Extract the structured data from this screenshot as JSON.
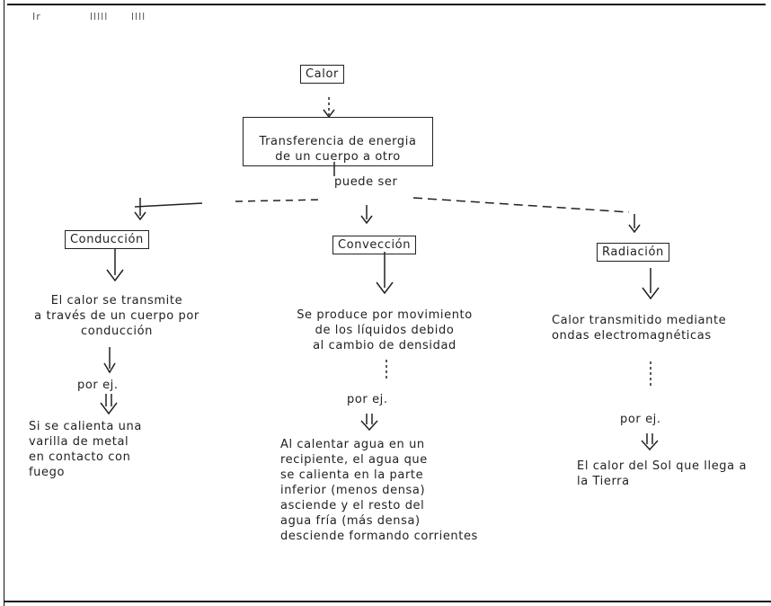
{
  "header_marks": [
    "Ir",
    "lllll",
    "llll"
  ],
  "root": {
    "label": "Calor"
  },
  "definition": {
    "text": "Transferencia de energia\nde un cuerpo a otro"
  },
  "connector_text": "puede ser",
  "branches": [
    {
      "title": "Conducción",
      "description": "El calor se transmite\na través de un cuerpo por\nconducción",
      "example_label": "por ej.",
      "example": "Si se calienta una\nvarilla de metal\nen contacto con\nfuego"
    },
    {
      "title": "Convección",
      "description": "Se produce por movimiento\nde los líquidos debido\nal cambio de densidad",
      "example_label": "por ej.",
      "example": "Al calentar agua en un\nrecipiente, el agua que\nse calienta en la parte\ninferior (menos densa)\nasciende y el resto del\nagua fría (más densa)\ndesciende formando corrientes"
    },
    {
      "title": "Radiación",
      "description": "Calor transmitido mediante\nondas electromagnéticas",
      "example_label": "por ej.",
      "example": "El calor del Sol que llega a\nla Tierra"
    }
  ]
}
